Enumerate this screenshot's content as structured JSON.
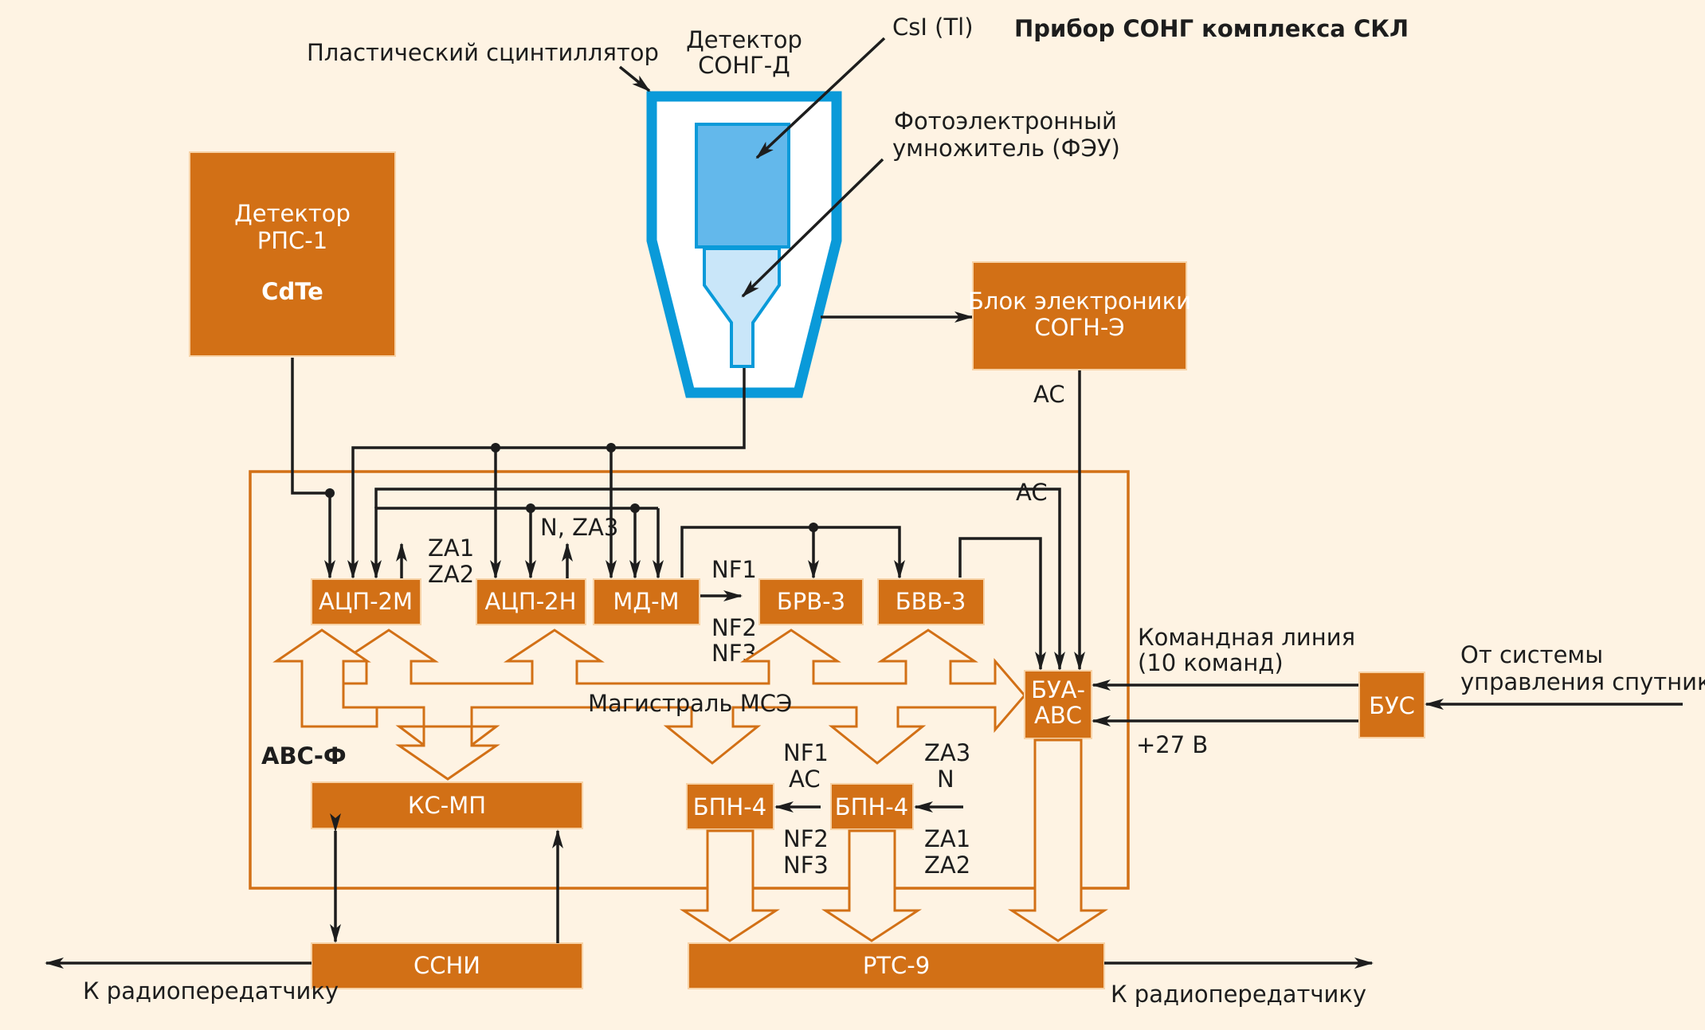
{
  "title": "Прибор СОНГ комплекса СКЛ",
  "colors": {
    "background": "#FEF3E3",
    "block": "#D27016",
    "detector_outline": "#0A9AD9",
    "detector_crystal": "#63B8EB",
    "detector_pmt": "#C9E6F9"
  },
  "labels": {
    "plastic": "Пластический сцинтиллятор",
    "det_song_1": "Детектор",
    "det_song_2": "СОНГ-Д",
    "csi": "CsI (Tl)",
    "pmt_1": "Фотоэлектронный",
    "pmt_2": "умножитель (ФЭУ)",
    "ac_top": "AC",
    "ac_inner": "AC",
    "za1za2_1": "ZA1",
    "za1za2_2": "ZA2",
    "n_za3": "N, ZA3",
    "nf1": "NF1",
    "nf2": "NF2",
    "nf3": "NF3",
    "bus": "Магистраль МСЭ",
    "cmd_1": "Командная линия",
    "cmd_2": "(10 команд)",
    "sys_1": "От системы",
    "sys_2": "управления спутника",
    "v27": "+27 В",
    "avs_f": "АВС-Ф",
    "b1_nf1": "NF1",
    "b1_ac": "AC",
    "b1_nf2": "NF2",
    "b1_nf3": "NF3",
    "b2_za3": "ZA3",
    "b2_n": "N",
    "b2_za1": "ZA1",
    "b2_za2": "ZA2",
    "radio_left": "К радиопередатчику",
    "radio_right": "К радиопередатчику"
  },
  "blocks": {
    "rps_1": "Детектор",
    "rps_2": "РПС-1",
    "rps_3": "CdTe",
    "sogn_1": "Блок электроники",
    "sogn_2": "СОГН-Э",
    "acp2m": "АЦП-2М",
    "acp2n": "АЦП-2Н",
    "mdm": "МД-М",
    "brv3": "БРВ-3",
    "bvv3": "БВВ-3",
    "bua_1": "БУА-",
    "bua_2": "АВС",
    "bus_blk": "БУС",
    "ksmp": "КС-МП",
    "bpn4a": "БПН-4",
    "bpn4b": "БПН-4",
    "ssni": "ССНИ",
    "rts9": "РТС-9"
  }
}
